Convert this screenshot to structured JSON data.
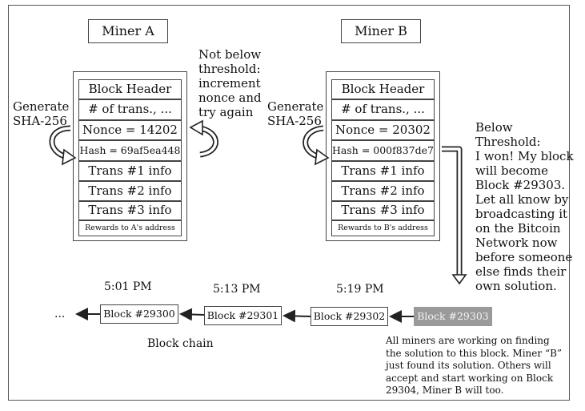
{
  "minerA": {
    "title": "Miner A",
    "rows": [
      "Block Header",
      "# of trans., ...",
      "Nonce = 14202",
      "Hash = 69af5ea448",
      "Trans #1 info",
      "Trans #2 info",
      "Trans #3 info",
      "Rewards to A's address"
    ],
    "left_label": [
      "Generate",
      "SHA-256"
    ],
    "right_label": [
      "Not below",
      "threshold:",
      "increment",
      "nonce and",
      "try again"
    ]
  },
  "minerB": {
    "title": "Miner B",
    "rows": [
      "Block Header",
      "# of trans., ...",
      "Nonce = 20302",
      "Hash = 000f837de7",
      "Trans #1 info",
      "Trans #2 info",
      "Trans #3 info",
      "Rewards to B's address"
    ],
    "left_label": [
      "Generate",
      "SHA-256"
    ],
    "right_label": [
      "Below",
      "Threshold:",
      "I won! My block",
      "will become",
      "Block #29303.",
      "Let all know by",
      "broadcasting it",
      "on the Bitcoin",
      "Network now",
      "before someone",
      "else finds their",
      "own solution."
    ]
  },
  "chain": {
    "ellipsis": "...",
    "blocks": [
      {
        "label": "Block #29300",
        "time": "5:01 PM"
      },
      {
        "label": "Block #29301",
        "time": "5:13 PM"
      },
      {
        "label": "Block #29302",
        "time": "5:19 PM"
      },
      {
        "label": "Block #29303",
        "time": ""
      }
    ],
    "caption": "Block chain",
    "note": [
      "All miners are working on finding",
      "the solution to this block. Miner “B”",
      "just found its solution. Others will",
      "accept and start working on Block",
      "29304, Miner B will too."
    ]
  },
  "colors": {
    "line": "#333333",
    "pending_block": "#9a9a9a"
  }
}
